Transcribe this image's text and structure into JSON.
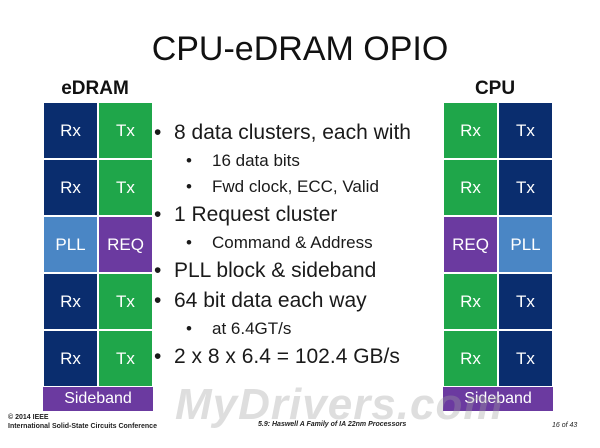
{
  "slide": {
    "title": "CPU-eDRAM OPIO"
  },
  "edram": {
    "label": "eDRAM",
    "cells": [
      "Rx",
      "Tx",
      "Rx",
      "Tx",
      "PLL",
      "REQ",
      "Rx",
      "Tx",
      "Rx",
      "Tx"
    ],
    "sideband": "Sideband"
  },
  "cpu": {
    "label": "CPU",
    "cells": [
      "Rx",
      "Tx",
      "Rx",
      "Tx",
      "REQ",
      "PLL",
      "Rx",
      "Tx",
      "Rx",
      "Tx"
    ],
    "sideband": "Sideband"
  },
  "bullets": [
    {
      "level": 1,
      "text": "8 data clusters, each with"
    },
    {
      "level": 2,
      "text": "16 data bits"
    },
    {
      "level": 2,
      "text": "Fwd clock, ECC, Valid"
    },
    {
      "level": 1,
      "text": "1 Request cluster"
    },
    {
      "level": 2,
      "text": "Command & Address"
    },
    {
      "level": 1,
      "text": "PLL block & sideband"
    },
    {
      "level": 1,
      "text": "64 bit data each way"
    },
    {
      "level": 2,
      "text": "at 6.4GT/s"
    },
    {
      "level": 1,
      "text": "2 x 8 x 6.4 = 102.4 GB/s"
    }
  ],
  "footer": {
    "copyright": "© 2014 IEEE",
    "conference": "International Solid-State Circuits Conference",
    "paper": "5.9: Haswell A Family of IA 22nm Processors",
    "page": "16 of 43"
  },
  "watermark": "MyDrivers.com",
  "colors": {
    "navy": "#0a2d6e",
    "green": "#1fa64a",
    "light_blue": "#4a86c5",
    "purple": "#6b3aa0"
  }
}
